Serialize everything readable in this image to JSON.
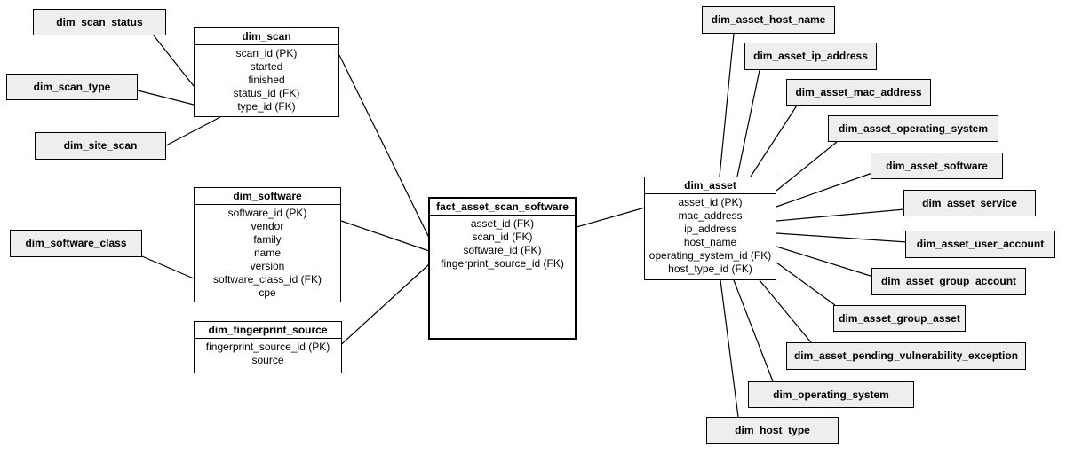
{
  "tables": {
    "dim_scan": {
      "title": "dim_scan",
      "fields": [
        "scan_id (PK)",
        "started",
        "finished",
        "status_id (FK)",
        "type_id (FK)"
      ]
    },
    "dim_software": {
      "title": "dim_software",
      "fields": [
        "software_id (PK)",
        "vendor",
        "family",
        "name",
        "version",
        "software_class_id (FK)",
        "cpe"
      ]
    },
    "dim_fingerprint_source": {
      "title": "dim_fingerprint_source",
      "fields": [
        "fingerprint_source_id (PK)",
        "source"
      ]
    },
    "fact_asset_scan_software": {
      "title": "fact_asset_scan_software",
      "fields": [
        "asset_id (FK)",
        "scan_id (FK)",
        "software_id (FK)",
        "fingerprint_source_id (FK)"
      ]
    },
    "dim_asset": {
      "title": "dim_asset",
      "fields": [
        "asset_id (PK)",
        "mac_address",
        "ip_address",
        "host_name",
        "operating_system_id (FK)",
        "host_type_id (FK)"
      ]
    }
  },
  "dims": {
    "dim_scan_status": "dim_scan_status",
    "dim_scan_type": "dim_scan_type",
    "dim_site_scan": "dim_site_scan",
    "dim_software_class": "dim_software_class",
    "dim_asset_host_name": "dim_asset_host_name",
    "dim_asset_ip_address": "dim_asset_ip_address",
    "dim_asset_mac_address": "dim_asset_mac_address",
    "dim_asset_operating_system": "dim_asset_operating_system",
    "dim_asset_software": "dim_asset_software",
    "dim_asset_service": "dim_asset_service",
    "dim_asset_user_account": "dim_asset_user_account",
    "dim_asset_group_account": "dim_asset_group_account",
    "dim_asset_group_asset": "dim_asset_group_asset",
    "dim_asset_pending_vulnerability_exception": "dim_asset_pending_vulnerability_exception",
    "dim_operating_system": "dim_operating_system",
    "dim_host_type": "dim_host_type"
  },
  "colors": {
    "dim_fill": "#eeeeee",
    "border": "#000000",
    "background": "#ffffff"
  }
}
